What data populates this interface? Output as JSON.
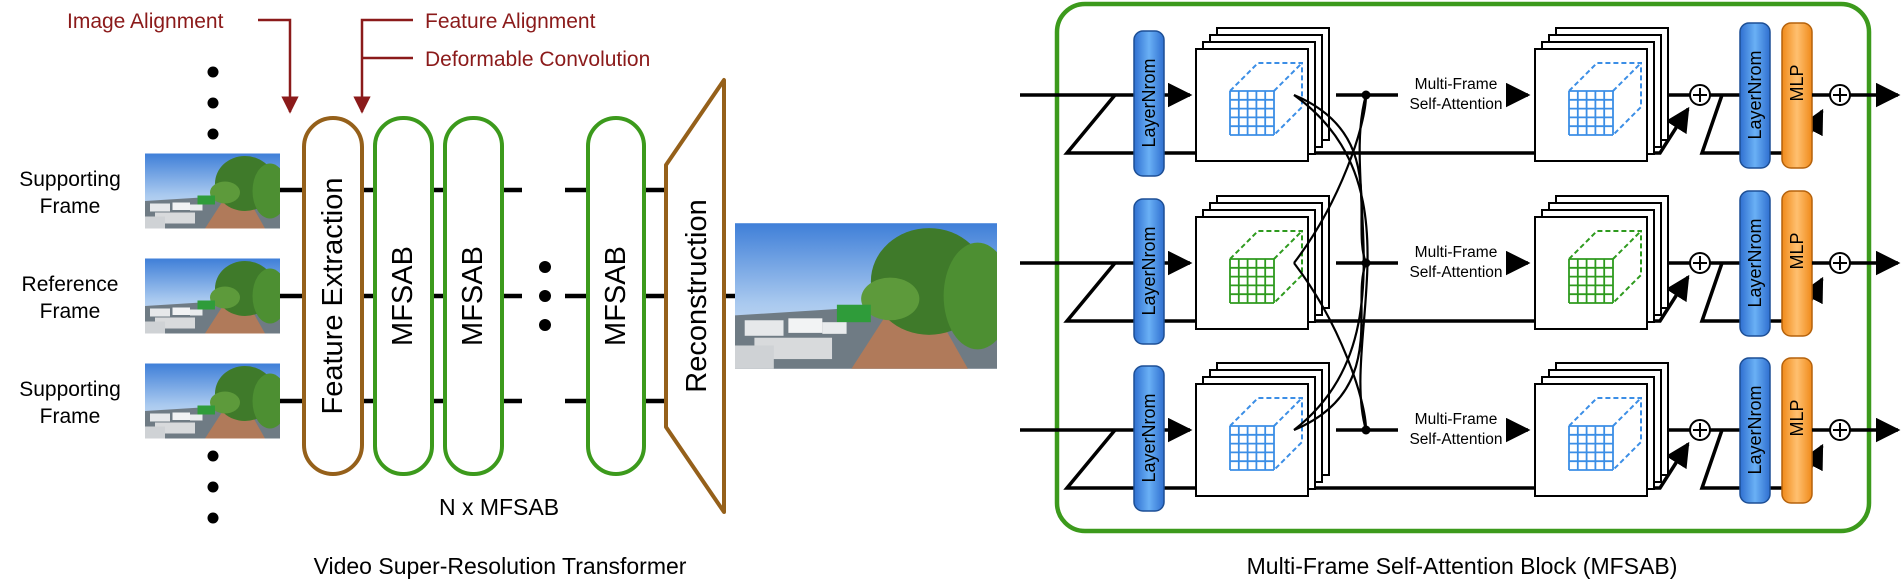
{
  "left": {
    "annotations": {
      "image_alignment": "Image Alignment",
      "feature_alignment": "Feature Alignment",
      "deformable_convolution": "Deformable Convolution"
    },
    "frames": {
      "supporting_top_line1": "Supporting",
      "supporting_top_line2": "Frame",
      "reference_line1": "Reference",
      "reference_line2": "Frame",
      "supporting_bottom_line1": "Supporting",
      "supporting_bottom_line2": "Frame"
    },
    "feature_extraction": "Feature Extraction",
    "mfsab_label": "MFSAB",
    "n_mfsab": "N x MFSAB",
    "reconstruction": "Reconstruction",
    "caption": "Video Super-Resolution Transformer"
  },
  "right": {
    "layernorm": "LayerNrom",
    "mlp": "MLP",
    "attention_line1": "Multi-Frame",
    "attention_line2": "Self-Attention",
    "caption": "Multi-Frame Self-Attention Block (MFSAB)"
  },
  "colors": {
    "green": "#3c9a1c",
    "brown": "#95601a",
    "red_text": "#8b1a1a",
    "blue_box": "#4a90e2",
    "orange_box": "#f5a442",
    "cube_blue": "#3b8ee6",
    "cube_green": "#2e9a1e"
  }
}
